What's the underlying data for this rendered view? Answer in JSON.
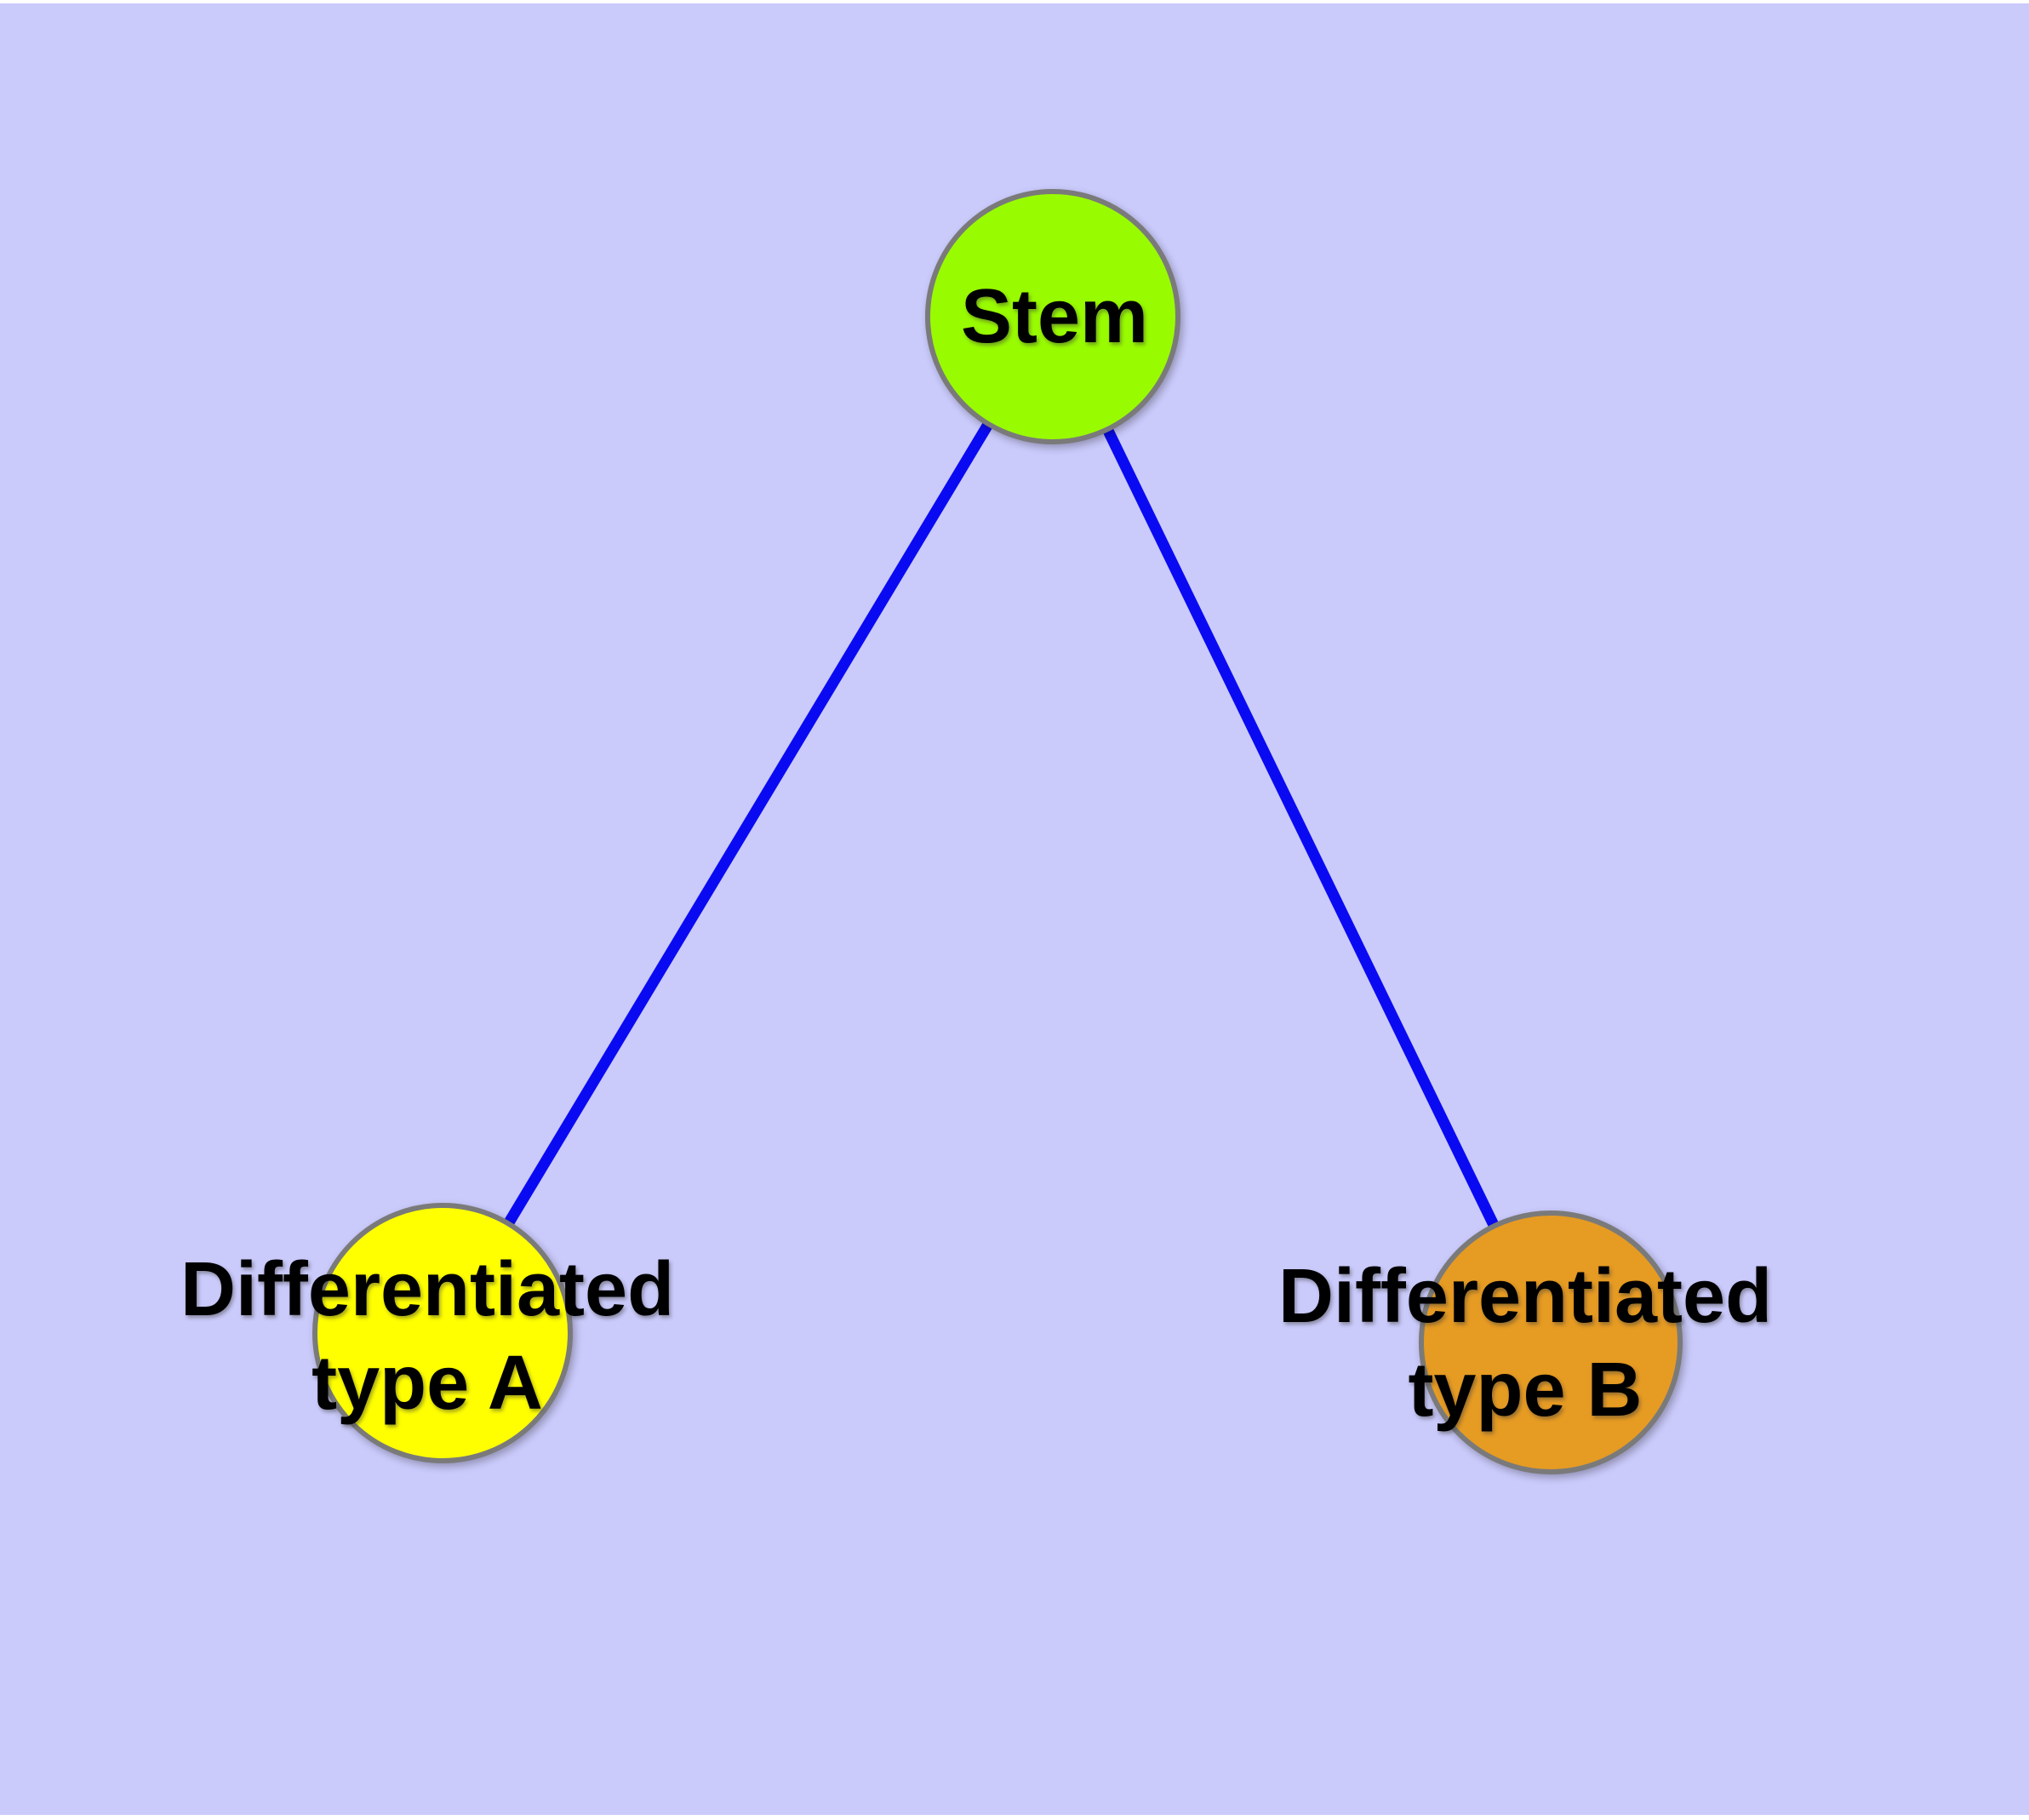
{
  "diagram": {
    "type": "graph",
    "colors": {
      "canvas_background": "#cacafb",
      "page_margin": "#ffffff",
      "edge": "#0a0af2",
      "node_border": "#7a7a7a",
      "label_text": "#000000",
      "stem_fill": "#99fb00",
      "type_a_fill": "#ffff00",
      "type_b_fill": "#e69b23"
    },
    "nodes": [
      {
        "id": "stem",
        "label": "Stem",
        "fill": "#99fb00"
      },
      {
        "id": "differentiated-type-a",
        "label": "Differentiated type A",
        "line1": "Differentiated",
        "line2": "type A",
        "fill": "#ffff00"
      },
      {
        "id": "differentiated-type-b",
        "label": "Differentiated type B",
        "line1": "Differentiated",
        "line2": "type B",
        "fill": "#e69b23"
      }
    ],
    "edges": [
      {
        "from": "Stem",
        "to": "Differentiated type A"
      },
      {
        "from": "Stem",
        "to": "Differentiated type B"
      }
    ]
  }
}
